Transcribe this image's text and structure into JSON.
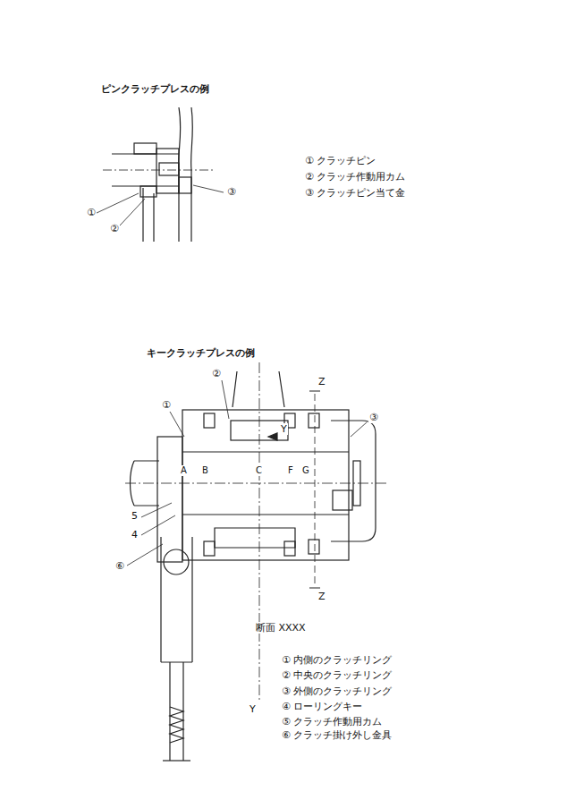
{
  "diagram": {
    "labels": [
      "ピンクラッチプレスの例",
      "①",
      "②",
      "③",
      "① クラッチピン",
      "② クラッチ作動用カム",
      "③ クラッチピン当て金",
      "キークラッチプレスの例",
      "②",
      "①",
      "③",
      "5",
      "4",
      "⑥",
      "Z",
      "Y",
      "A",
      "B",
      "C",
      "F",
      "G",
      "Z",
      "断面 XXXX",
      "Y",
      "① 内側のクラッチリング",
      "② 中央のクラッチリング",
      "③ 外側のクラッチリング",
      "④ ローリングキー",
      "⑤ クラッチ作動用カム",
      "⑥ クラッチ掛け外し金具"
    ]
  }
}
